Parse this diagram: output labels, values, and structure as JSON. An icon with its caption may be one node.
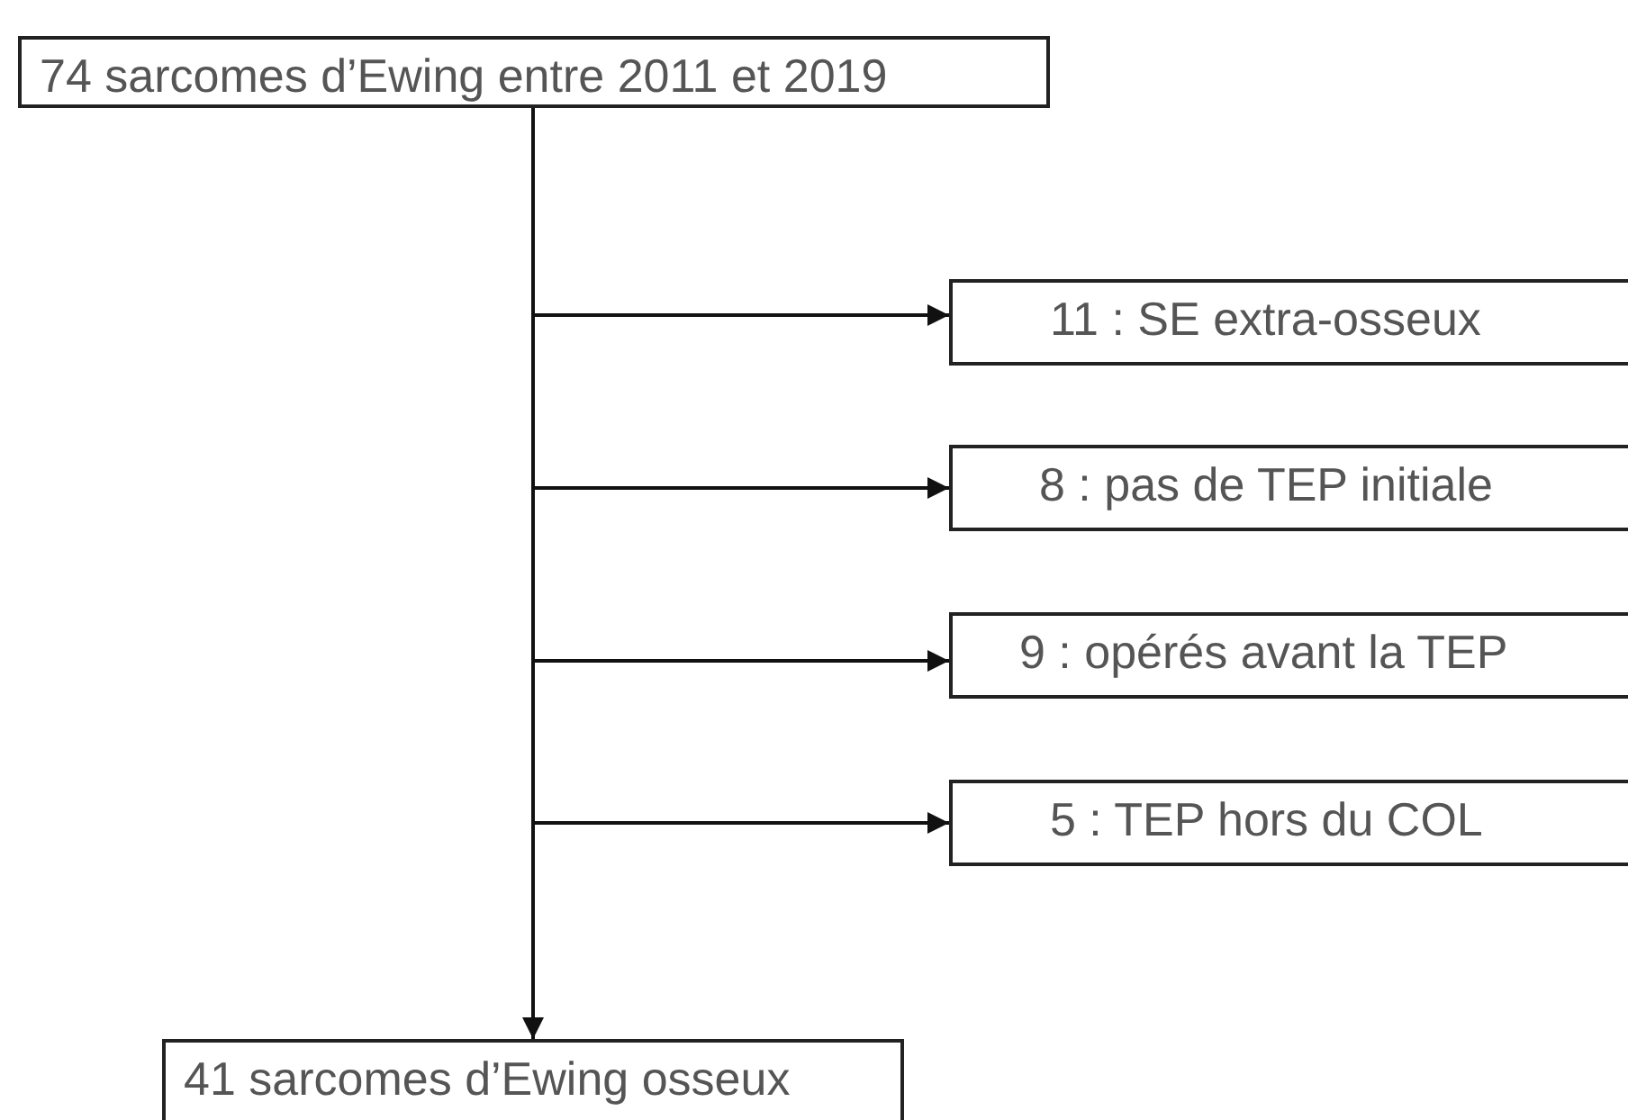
{
  "diagram": {
    "nodes": [
      {
        "text": [
          "74 sarcomes d’Ewing entre 2011 et 2019"
        ]
      },
      {
        "text": [
          "11 : SE extra-osseux"
        ]
      },
      {
        "text": [
          "8 : pas de TEP initiale"
        ]
      },
      {
        "text": [
          "9 : opérés avant la TEP"
        ]
      },
      {
        "text": [
          "5 : TEP hors du COL"
        ]
      },
      {
        "text": [
          "41 sarcomes d’Ewing osseux"
        ]
      }
    ],
    "edges": [
      {
        "from": 0,
        "to": 1,
        "arrow": "to"
      },
      {
        "from": 0,
        "to": 2,
        "arrow": "to"
      },
      {
        "from": 0,
        "to": 3,
        "arrow": "to"
      },
      {
        "from": 0,
        "to": 4,
        "arrow": "to"
      },
      {
        "from": 0,
        "to": 5,
        "arrow": "to"
      }
    ]
  }
}
